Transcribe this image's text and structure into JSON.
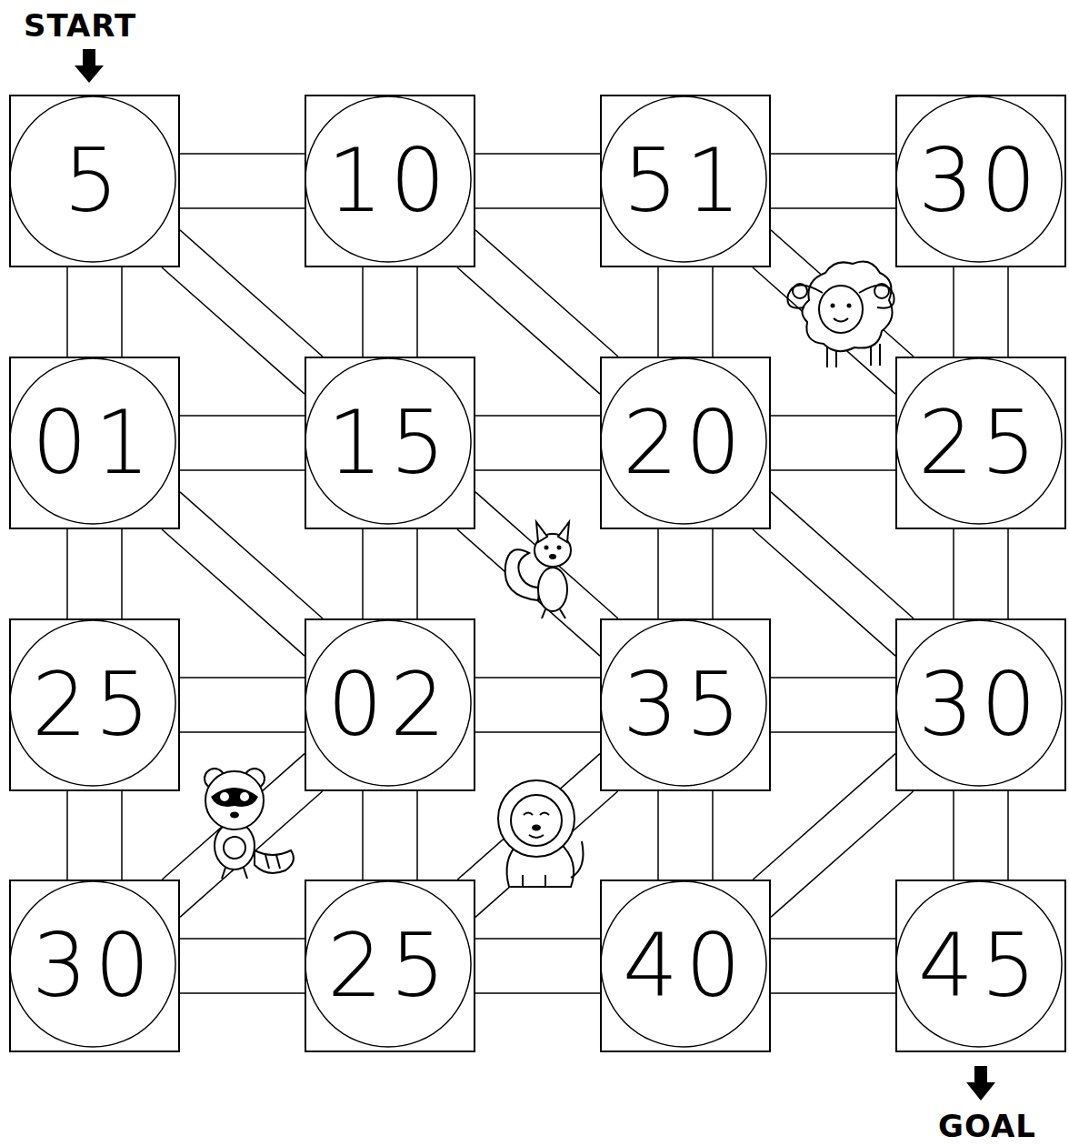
{
  "diagram": {
    "nodes": [
      {
        "text": [
          "5"
        ]
      },
      {
        "text": [
          "10"
        ]
      },
      {
        "text": [
          "51"
        ]
      },
      {
        "text": [
          "30"
        ]
      },
      {
        "text": [
          "01"
        ]
      },
      {
        "text": [
          "15"
        ]
      },
      {
        "text": [
          "20"
        ]
      },
      {
        "text": [
          "25"
        ]
      },
      {
        "text": [
          "25"
        ]
      },
      {
        "text": [
          "02"
        ]
      },
      {
        "text": [
          "35"
        ]
      },
      {
        "text": [
          "30"
        ]
      },
      {
        "text": [
          "30"
        ]
      },
      {
        "text": [
          "25"
        ]
      },
      {
        "text": [
          "40"
        ]
      },
      {
        "text": [
          "45"
        ]
      }
    ],
    "edges": [
      {
        "from": 0,
        "to": 1,
        "arrow": "none"
      },
      {
        "from": 1,
        "to": 2,
        "arrow": "none"
      },
      {
        "from": 2,
        "to": 3,
        "arrow": "none"
      },
      {
        "from": 4,
        "to": 5,
        "arrow": "none"
      },
      {
        "from": 5,
        "to": 6,
        "arrow": "none"
      },
      {
        "from": 6,
        "to": 7,
        "arrow": "none"
      },
      {
        "from": 8,
        "to": 9,
        "arrow": "none"
      },
      {
        "from": 9,
        "to": 10,
        "arrow": "none"
      },
      {
        "from": 10,
        "to": 11,
        "arrow": "none"
      },
      {
        "from": 12,
        "to": 13,
        "arrow": "none"
      },
      {
        "from": 13,
        "to": 14,
        "arrow": "none"
      },
      {
        "from": 14,
        "to": 15,
        "arrow": "none"
      },
      {
        "from": 0,
        "to": 4,
        "arrow": "none"
      },
      {
        "from": 1,
        "to": 5,
        "arrow": "none"
      },
      {
        "from": 2,
        "to": 6,
        "arrow": "none"
      },
      {
        "from": 3,
        "to": 7,
        "arrow": "none"
      },
      {
        "from": 4,
        "to": 8,
        "arrow": "none"
      },
      {
        "from": 5,
        "to": 9,
        "arrow": "none"
      },
      {
        "from": 6,
        "to": 10,
        "arrow": "none"
      },
      {
        "from": 7,
        "to": 11,
        "arrow": "none"
      },
      {
        "from": 8,
        "to": 12,
        "arrow": "none"
      },
      {
        "from": 9,
        "to": 13,
        "arrow": "none"
      },
      {
        "from": 10,
        "to": 14,
        "arrow": "none"
      },
      {
        "from": 11,
        "to": 15,
        "arrow": "none"
      },
      {
        "from": 0,
        "to": 5,
        "arrow": "none"
      },
      {
        "from": 1,
        "to": 6,
        "arrow": "none"
      },
      {
        "from": 2,
        "to": 7,
        "arrow": "none"
      },
      {
        "from": 4,
        "to": 9,
        "arrow": "none"
      },
      {
        "from": 5,
        "to": 10,
        "arrow": "none"
      },
      {
        "from": 6,
        "to": 11,
        "arrow": "none"
      },
      {
        "from": 9,
        "to": 12,
        "arrow": "none"
      },
      {
        "from": 10,
        "to": 13,
        "arrow": "none"
      },
      {
        "from": 11,
        "to": 14,
        "arrow": "none"
      }
    ],
    "labels": [
      "START",
      "GOAL"
    ]
  }
}
